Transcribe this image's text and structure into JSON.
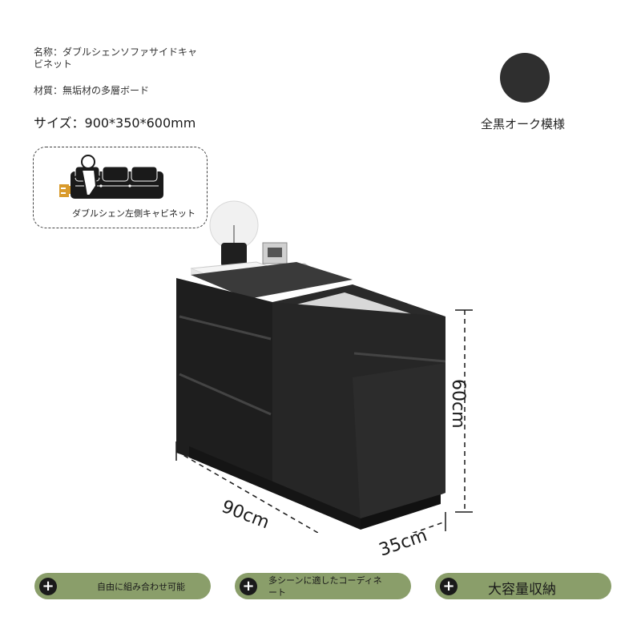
{
  "specs": {
    "name": "名称：ダブルシェンソファサイドキャビネット",
    "material": "材質：無垢材の多層ボード",
    "size": "サイズ：900*350*600mm"
  },
  "color_swatch": {
    "label": "全黒オーク模様",
    "color": "#2f2f2f"
  },
  "callout": {
    "label": "ダブルシェン左側キャビネット",
    "icon": "sofa-icon"
  },
  "dimensions": {
    "width": "90cm",
    "depth": "35cm",
    "height": "60cm"
  },
  "features": [
    {
      "icon": "plus-icon",
      "label": "自由に組み合わせ可能"
    },
    {
      "icon": "plus-icon",
      "label": "多シーンに適したコーディネート"
    },
    {
      "icon": "plus-icon",
      "label": "大容量収納"
    }
  ],
  "colors": {
    "pill_bg": "#8a9e6a",
    "cabinet": "#222222"
  }
}
